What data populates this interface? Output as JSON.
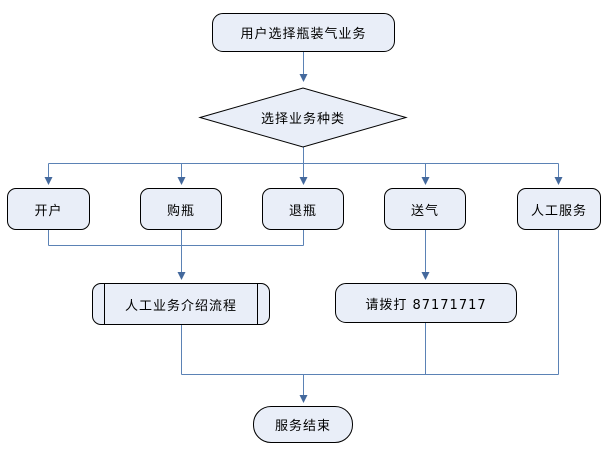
{
  "flowchart": {
    "nodes": {
      "start": {
        "label": "用户选择瓶装气业务",
        "shape": "terminator"
      },
      "decision": {
        "label": "选择业务种类",
        "shape": "decision"
      },
      "open_account": {
        "label": "开户",
        "shape": "process"
      },
      "buy_bottle": {
        "label": "购瓶",
        "shape": "process"
      },
      "return_bottle": {
        "label": "退瓶",
        "shape": "process"
      },
      "deliver_gas": {
        "label": "送气",
        "shape": "process"
      },
      "manual_service": {
        "label": "人工服务",
        "shape": "process"
      },
      "intro_process": {
        "label": "人工业务介绍流程",
        "shape": "predefined-process"
      },
      "call_number": {
        "label": "请拨打 87171717",
        "shape": "process"
      },
      "end": {
        "label": "服务结束",
        "shape": "terminator"
      }
    },
    "edges": [
      {
        "from": "start",
        "to": "decision",
        "arrow": true
      },
      {
        "from": "decision",
        "to": "open_account",
        "arrow": true
      },
      {
        "from": "decision",
        "to": "buy_bottle",
        "arrow": true
      },
      {
        "from": "decision",
        "to": "return_bottle",
        "arrow": true
      },
      {
        "from": "decision",
        "to": "deliver_gas",
        "arrow": true
      },
      {
        "from": "decision",
        "to": "manual_service",
        "arrow": true
      },
      {
        "from": "open_account",
        "to": "intro_process",
        "arrow": true
      },
      {
        "from": "buy_bottle",
        "to": "intro_process",
        "arrow": true
      },
      {
        "from": "return_bottle",
        "to": "intro_process",
        "arrow": true
      },
      {
        "from": "deliver_gas",
        "to": "call_number",
        "arrow": true
      },
      {
        "from": "intro_process",
        "to": "end",
        "arrow": true
      },
      {
        "from": "call_number",
        "to": "end",
        "arrow": true
      },
      {
        "from": "manual_service",
        "to": "end",
        "arrow": true
      }
    ],
    "colors": {
      "node_fill": "#E9EEF8",
      "node_border": "#000000",
      "connector": "#5B82B5",
      "arrowhead": "#44699D",
      "background": "#FFFFFF",
      "text": "#000000"
    }
  }
}
